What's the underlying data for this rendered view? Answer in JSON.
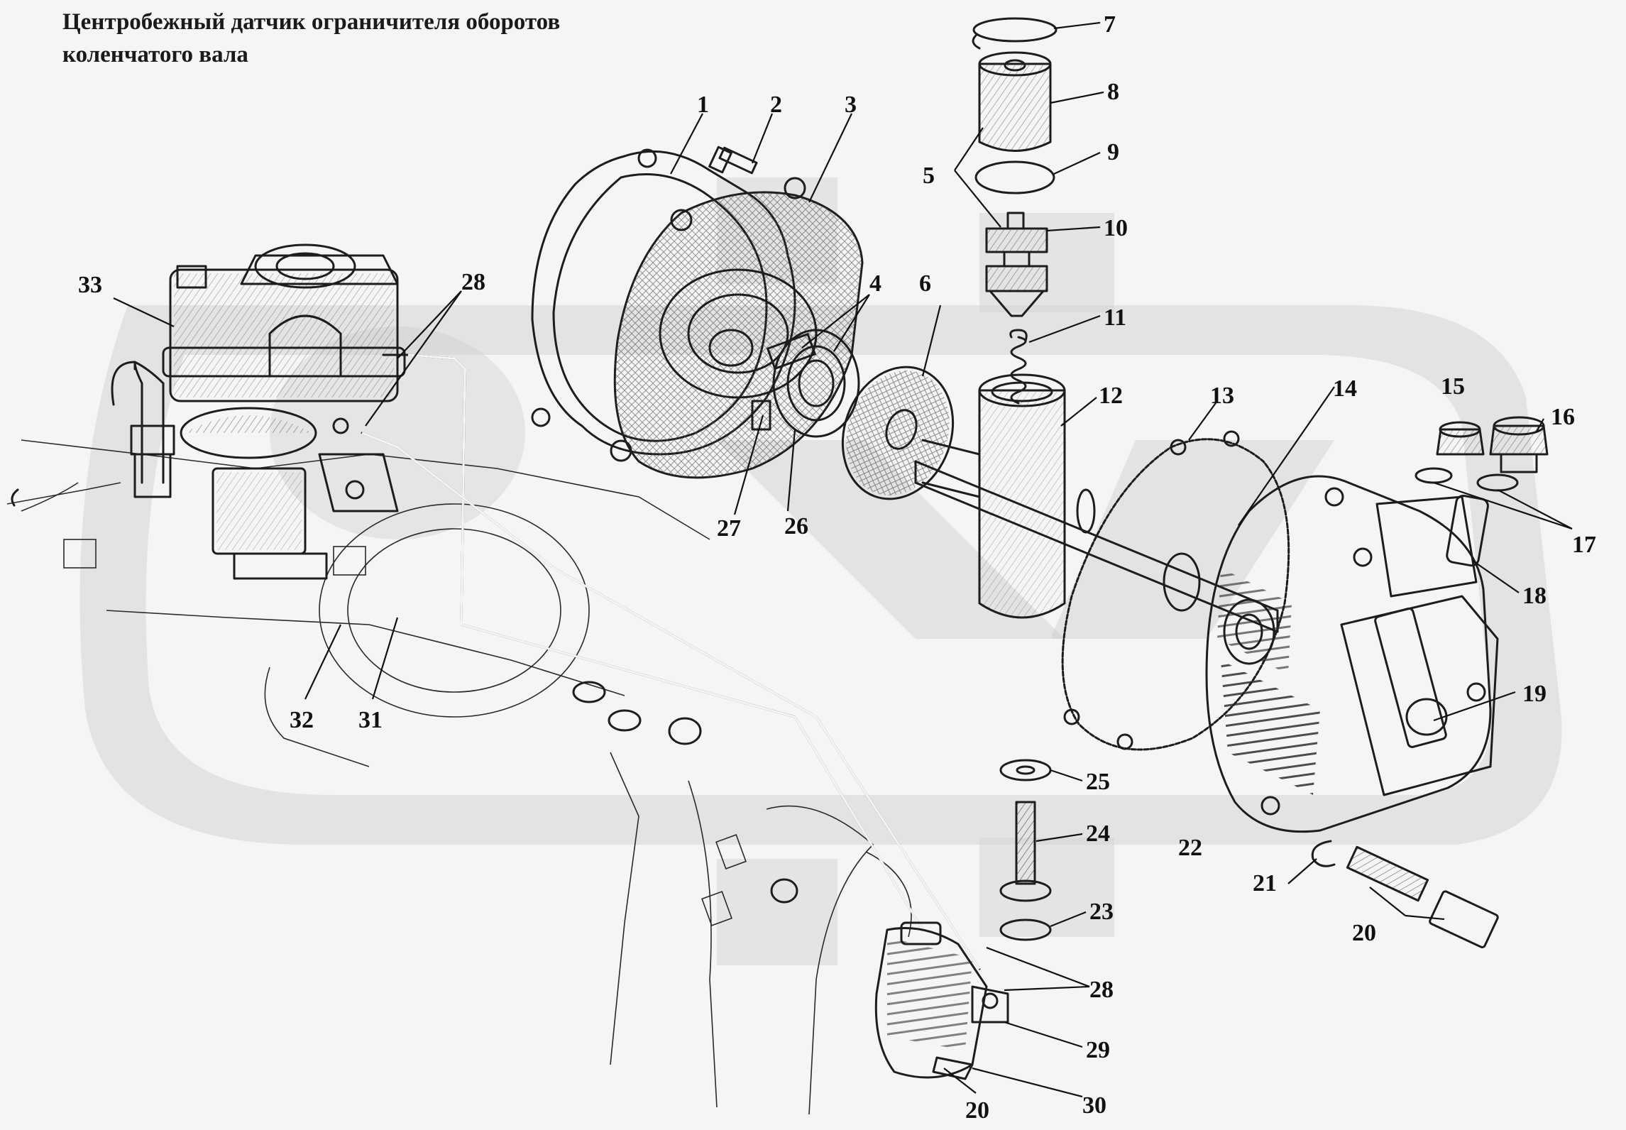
{
  "title": {
    "line1": "Центробежный датчик ограничителя оборотов",
    "line2": "коленчатого вала"
  },
  "callouts": [
    {
      "id": "c1",
      "text": "1"
    },
    {
      "id": "c2",
      "text": "2"
    },
    {
      "id": "c3",
      "text": "3"
    },
    {
      "id": "c4",
      "text": "4"
    },
    {
      "id": "c5",
      "text": "5"
    },
    {
      "id": "c6",
      "text": "6"
    },
    {
      "id": "c7",
      "text": "7"
    },
    {
      "id": "c8",
      "text": "8"
    },
    {
      "id": "c9",
      "text": "9"
    },
    {
      "id": "c10",
      "text": "10"
    },
    {
      "id": "c11",
      "text": "11"
    },
    {
      "id": "c12",
      "text": "12"
    },
    {
      "id": "c13",
      "text": "13"
    },
    {
      "id": "c14",
      "text": "14"
    },
    {
      "id": "c15",
      "text": "15"
    },
    {
      "id": "c16",
      "text": "16"
    },
    {
      "id": "c17",
      "text": "17"
    },
    {
      "id": "c18",
      "text": "18"
    },
    {
      "id": "c19",
      "text": "19"
    },
    {
      "id": "c20a",
      "text": "20"
    },
    {
      "id": "c20b",
      "text": "20"
    },
    {
      "id": "c21",
      "text": "21"
    },
    {
      "id": "c22",
      "text": "22"
    },
    {
      "id": "c23",
      "text": "23"
    },
    {
      "id": "c24",
      "text": "24"
    },
    {
      "id": "c25",
      "text": "25"
    },
    {
      "id": "c26",
      "text": "26"
    },
    {
      "id": "c27",
      "text": "27"
    },
    {
      "id": "c28a",
      "text": "28"
    },
    {
      "id": "c28b",
      "text": "28"
    },
    {
      "id": "c29",
      "text": "29"
    },
    {
      "id": "c30",
      "text": "30"
    },
    {
      "id": "c31",
      "text": "31"
    },
    {
      "id": "c32",
      "text": "32"
    },
    {
      "id": "c33",
      "text": "33"
    }
  ],
  "colors": {
    "background": "#f5f5f5",
    "ink": "#1d1d1d",
    "watermark": "#d4d4d4"
  }
}
